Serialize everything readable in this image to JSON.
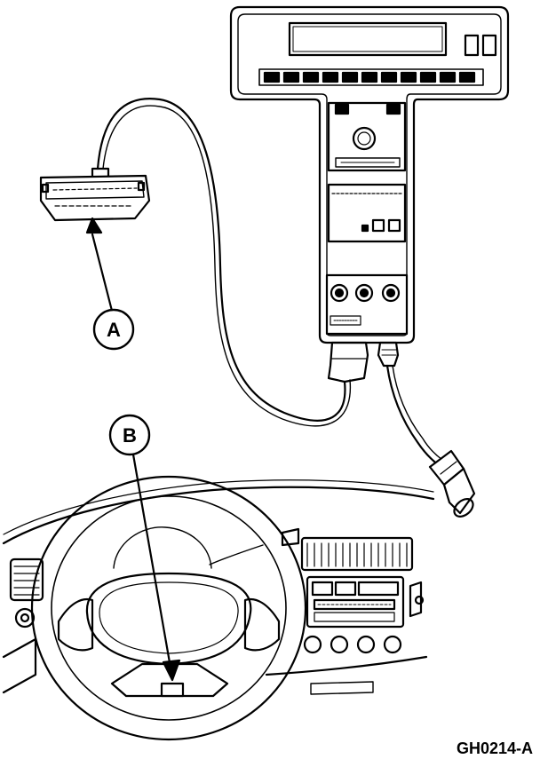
{
  "figure": {
    "code": "GH0214-A",
    "callouts": [
      {
        "id": "A",
        "label": "A"
      },
      {
        "id": "B",
        "label": "B"
      }
    ]
  },
  "colors": {
    "ink": "#000000",
    "paper": "#ffffff"
  }
}
